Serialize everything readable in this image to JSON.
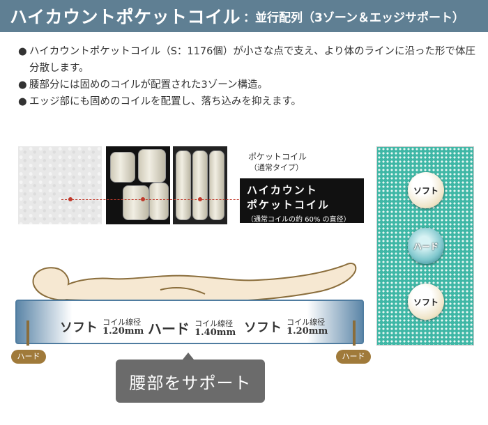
{
  "header": {
    "title": "ハイカウントポケットコイル",
    "subtitle": "：並行配列（3ゾーン＆エッジサポート）"
  },
  "bullets": [
    "ハイカウントポケットコイル（S：1176個）が小さな点で支え、より体のラインに沿った形で体圧分散します。",
    "腰部分には固めのコイルが配置された3ゾーン構造。",
    "エッジ部にも固めのコイルを配置し、落ち込みを抑えます。"
  ],
  "bullet_mark": "●",
  "photo_labels": {
    "pocket_coil": "ポケットコイル",
    "pocket_coil_sub": "（通常タイプ）",
    "hc_line1": "ハイカウント",
    "hc_line2": "ポケットコイル",
    "hc_line3": "（通常コイルの約 60% の直径）"
  },
  "zone_panel": {
    "top": "ソフト",
    "middle": "ハード",
    "bottom": "ソフト"
  },
  "mattress": {
    "left_zone": {
      "name": "ソフト",
      "caption": "コイル線径",
      "value": "1.20mm"
    },
    "center_zone": {
      "name": "ハード",
      "caption": "コイル線径",
      "value": "1.40mm"
    },
    "right_zone": {
      "name": "ソフト",
      "caption": "コイル線径",
      "value": "1.20mm"
    },
    "edge_left": "ハード",
    "edge_right": "ハード"
  },
  "support_label": "腰部をサポート",
  "colors": {
    "header_bg": "#5f7f93",
    "zone_panel_bg": "#3fb7a6",
    "mattress_edge": "#5c86a8",
    "edge_label_bg": "#a07a3a",
    "support_bg": "#6b6b6b",
    "accent_line": "#c0392b"
  }
}
